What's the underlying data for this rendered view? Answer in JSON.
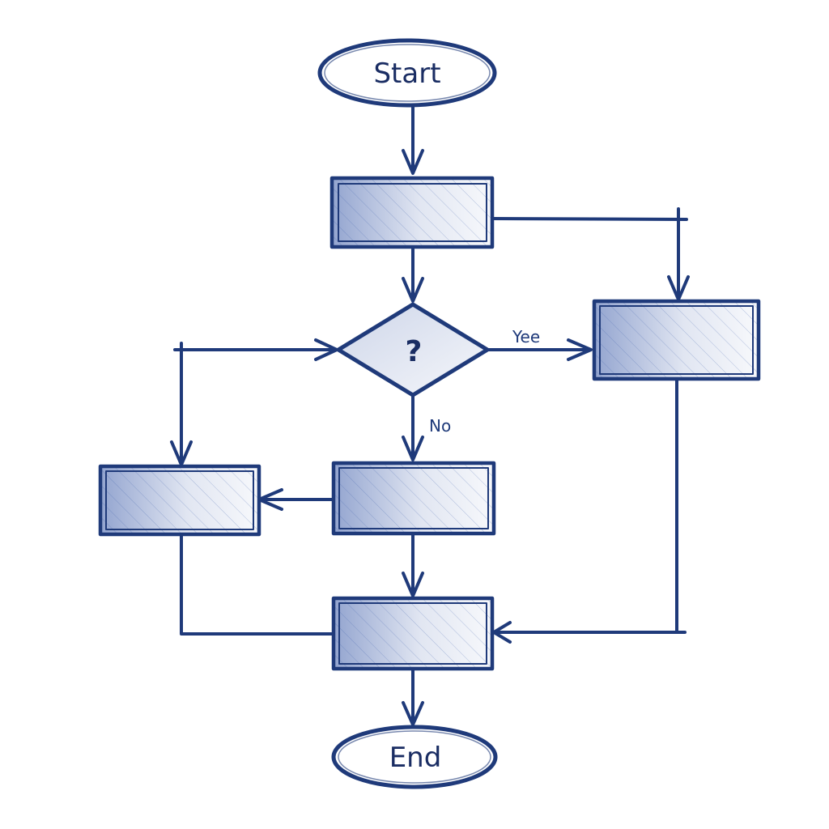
{
  "diagram": {
    "type": "flowchart",
    "style": "hand-drawn pencil sketch",
    "colors": {
      "ink": "#1f3a7a",
      "text": "#1a2d63",
      "hatch": "#3a5aa8",
      "background": "#ffffff"
    },
    "nodes": [
      {
        "id": "start",
        "shape": "terminator",
        "label": "Start"
      },
      {
        "id": "process1",
        "shape": "process",
        "label": ""
      },
      {
        "id": "decision",
        "shape": "decision",
        "label": "?"
      },
      {
        "id": "process-yes",
        "shape": "process",
        "label": ""
      },
      {
        "id": "process-no",
        "shape": "process",
        "label": ""
      },
      {
        "id": "process-left",
        "shape": "process",
        "label": ""
      },
      {
        "id": "process-merge",
        "shape": "process",
        "label": ""
      },
      {
        "id": "end",
        "shape": "terminator",
        "label": "End"
      }
    ],
    "edges": [
      {
        "from": "start",
        "to": "process1",
        "label": ""
      },
      {
        "from": "process1",
        "to": "decision",
        "label": ""
      },
      {
        "from": "process1",
        "to": "process-yes",
        "label": ""
      },
      {
        "from": "decision",
        "to": "process-yes",
        "label": "Yee"
      },
      {
        "from": "decision",
        "to": "process-no",
        "label": "No"
      },
      {
        "from": "process-no",
        "to": "process-left",
        "label": ""
      },
      {
        "from": "process-left",
        "to": "decision",
        "label": ""
      },
      {
        "from": "process-left",
        "to": "process-merge",
        "label": ""
      },
      {
        "from": "process-no",
        "to": "process-merge",
        "label": ""
      },
      {
        "from": "process-yes",
        "to": "process-merge",
        "label": ""
      },
      {
        "from": "process-merge",
        "to": "end",
        "label": ""
      }
    ],
    "labels": {
      "start": "Start",
      "end": "End",
      "decision": "?",
      "yes": "Yee",
      "no": "No"
    }
  }
}
